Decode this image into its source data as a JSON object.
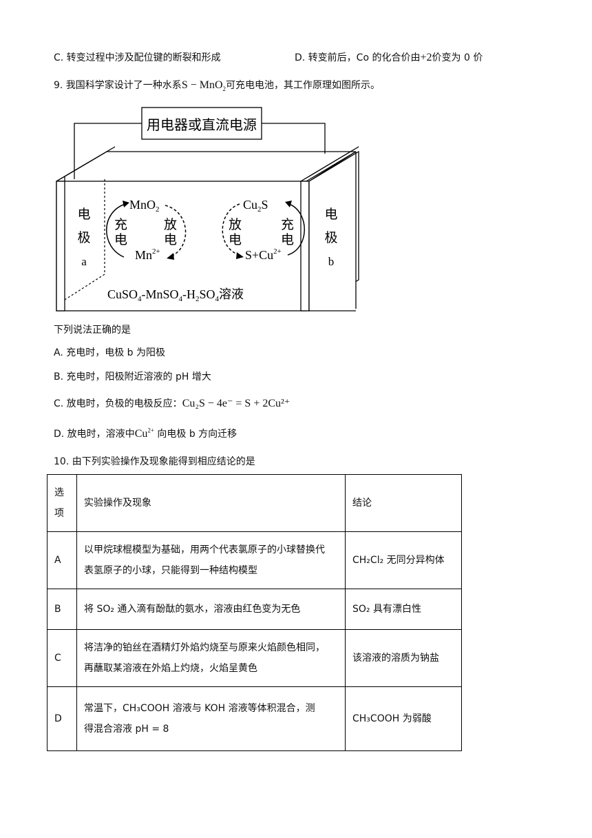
{
  "q8_options": {
    "c": "C. 转变过程中涉及配位键的断裂和形成",
    "d_pre": "D. 转变前后，Co 的化合价由",
    "d_val": "+2",
    "d_post": "价变为 0 价"
  },
  "q9": {
    "number": "9.",
    "stem_pre": "我国科学家设计了一种水系",
    "stem_formula": "S − MnO",
    "stem_formula_sub": "2",
    "stem_post": "可充电电池，其工作原理如图所示。",
    "diagram": {
      "power_label": "用电器或直流电源",
      "electrode_a": [
        "电",
        "极",
        "a"
      ],
      "electrode_b": [
        "电",
        "极",
        "b"
      ],
      "left_cycle": {
        "top": "MnO",
        "top_sub": "2",
        "bottom": "Mn",
        "bottom_sup": "2+",
        "left_label": [
          "充",
          "电"
        ],
        "right_label": [
          "放",
          "电"
        ]
      },
      "right_cycle": {
        "top": "Cu",
        "top_sub": "2",
        "top_tail": "S",
        "bottom": "S+Cu",
        "bottom_sup": "2+",
        "left_label": [
          "放",
          "电"
        ],
        "right_label": [
          "充",
          "电"
        ]
      },
      "solution": {
        "p1": "CuSO",
        "s1": "4",
        "p2": "-MnSO",
        "s2": "4",
        "p3": "-H",
        "s3": "2",
        "p4": "SO",
        "s4": "4",
        "p5": "溶液"
      }
    },
    "prompt": "下列说法正确的是",
    "options": {
      "a": "A. 充电时，电极 b 为阳极",
      "b": "B. 充电时，阳极附近溶液的 pH 增大",
      "c_pre": "C. 放电时，负极的电极反应：",
      "c_eq": "Cu₂S − 4e⁻ = S + 2Cu²⁺",
      "d_pre": "D. 放电时，溶液中",
      "d_ion": "Cu",
      "d_ion_sup": "2+",
      "d_post": "向电极 b 方向迁移"
    }
  },
  "q10": {
    "stem": "10. 由下列实验操作及现象能得到相应结论的是",
    "header": {
      "col1": [
        "选",
        "项"
      ],
      "col2": "实验操作及现象",
      "col3": "结论"
    },
    "rows": [
      {
        "option": "A",
        "procedure": [
          "以甲烷球棍模型为基础，用两个代表氯原子的小球替换代",
          "表氢原子的小球，只能得到一种结构模型"
        ],
        "conclusion": "CH₂Cl₂ 无同分异构体"
      },
      {
        "option": "B",
        "procedure": [
          "将 SO₂ 通入滴有酚酞的氨水，溶液由红色变为无色"
        ],
        "conclusion": "SO₂ 具有漂白性"
      },
      {
        "option": "C",
        "procedure": [
          "将洁净的铂丝在酒精灯外焰灼烧至与原来火焰颜色相同，",
          "再蘸取某溶液在外焰上灼烧，火焰呈黄色"
        ],
        "conclusion": "该溶液的溶质为钠盐"
      },
      {
        "option": "D",
        "procedure": [
          "常温下，CH₃COOH 溶液与 KOH 溶液等体积混合，测",
          "得混合溶液 pH = 8"
        ],
        "conclusion": "CH₃COOH 为弱酸"
      }
    ]
  }
}
